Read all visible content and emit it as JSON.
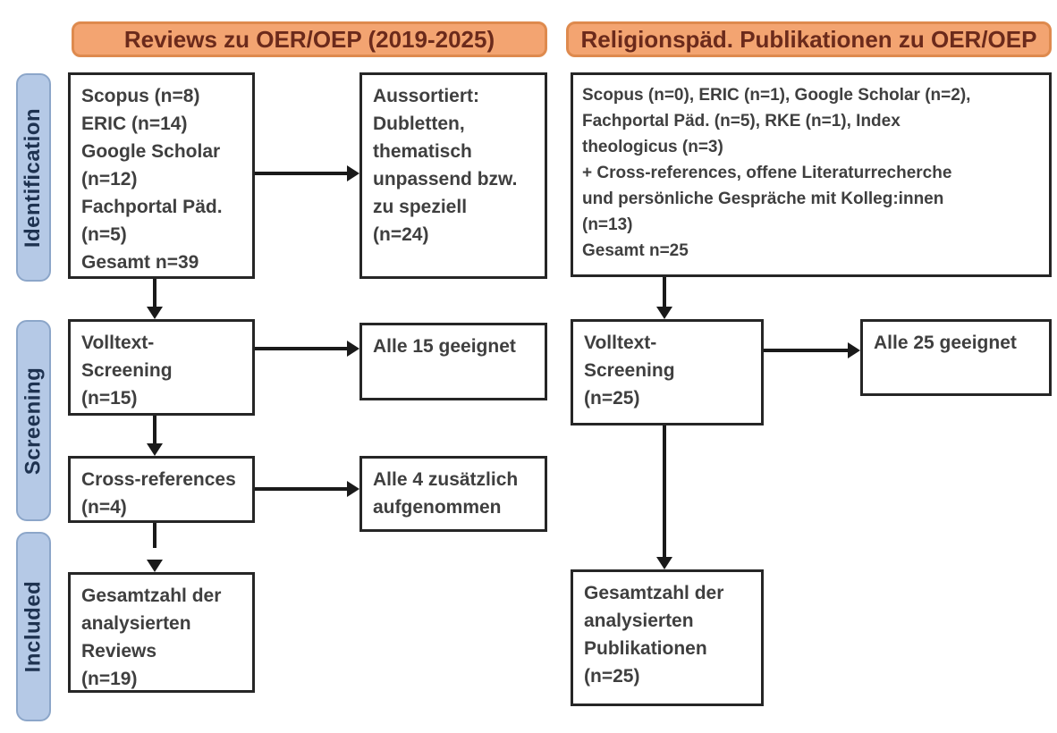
{
  "headers": {
    "left": "Reviews zu OER/OEP (2019-2025)",
    "right": "Religionspäd. Publikationen zu OER/OEP"
  },
  "stages": {
    "identification": "Identification",
    "screening": "Screening",
    "included": "Included"
  },
  "left_flow": {
    "sources": "Scopus (n=8)\nERIC (n=14)\nGoogle Scholar\n(n=12)\nFachportal Päd.\n(n=5)\nGesamt n=39",
    "excluded": "Aussortiert:\nDubletten,\nthematisch\nunpassend bzw.\nzu speziell\n(n=24)",
    "fulltext": "Volltext-\nScreening\n(n=15)",
    "fulltext_result": "Alle 15 geeignet",
    "crossref": "Cross-references\n(n=4)",
    "crossref_result": "Alle 4 zusätzlich\naufgenommen",
    "total": "Gesamtzahl der\nanalysierten\nReviews\n(n=19)"
  },
  "right_flow": {
    "sources": "Scopus (n=0), ERIC (n=1), Google Scholar (n=2),\nFachportal Päd. (n=5), RKE (n=1), Index\ntheologicus (n=3)\n+ Cross-references, offene Literaturrecherche\nund persönliche Gespräche mit Kolleg:innen\n(n=13)\nGesamt n=25",
    "fulltext": "Volltext-\nScreening\n(n=25)",
    "fulltext_result": "Alle 25 geeignet",
    "total": "Gesamtzahl der\nanalysierten\nPublikationen\n(n=25)"
  },
  "colors": {
    "orange_fill": "#f3a471",
    "orange_border": "#de8a4e",
    "orange_text": "#6b2a1b",
    "blue_fill": "#b5c9e6",
    "blue_border": "#8ca6c9",
    "blue_text": "#1e3250",
    "box_border": "#262626",
    "box_text": "#3f3f3f",
    "arrow": "#1a1a1a"
  }
}
